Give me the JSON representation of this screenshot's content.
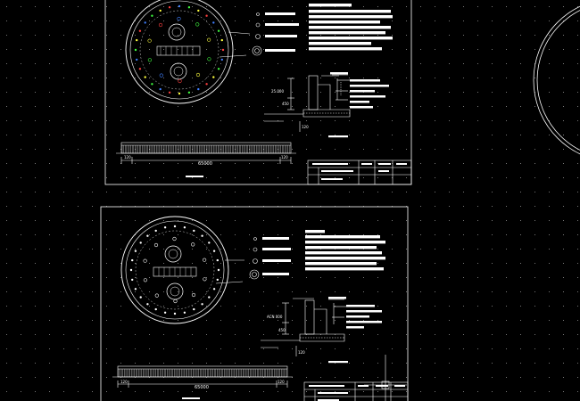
{
  "sheets": [
    {
      "name": "sheet-top",
      "dims": {
        "total": "65000",
        "side_left": "120",
        "side_right": "120",
        "sec_h1": "25.000",
        "sec_h2": "450",
        "sec_w": "120"
      }
    },
    {
      "name": "sheet-bottom",
      "dims": {
        "total": "65000",
        "side_left": "120",
        "side_right": "120",
        "sec_h1": "ACN 000",
        "sec_h2": "450",
        "sec_w": "120"
      }
    }
  ],
  "colors": {
    "background": "#000000",
    "lines": "#ffffff",
    "flowers": [
      "#ff4040",
      "#4080ff",
      "#40ff40",
      "#ffff40"
    ]
  }
}
